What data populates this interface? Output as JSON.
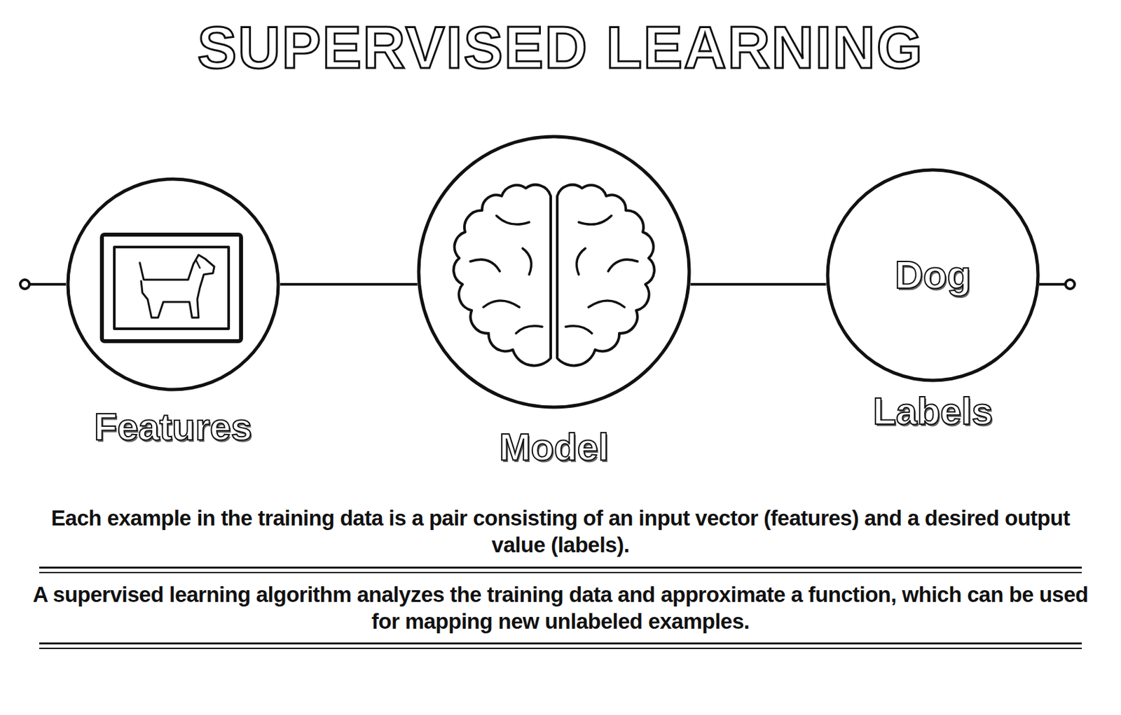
{
  "diagram": {
    "title": "SUPERVISED LEARNING",
    "nodes": [
      {
        "text": [
          "Features"
        ]
      },
      {
        "text": [
          "Model"
        ]
      },
      {
        "text": [
          "Dog",
          "Labels"
        ]
      }
    ],
    "edges": [
      {
        "from": 0,
        "to": 1,
        "arrow": "none"
      },
      {
        "from": 1,
        "to": 2,
        "arrow": "none"
      }
    ],
    "labels": [
      "Each example in the training data is a pair consisting of an input vector (features) and a desired output value (labels).",
      "A supervised learning algorithm analyzes the training data and approximate a function, which can be used for mapping new unlabeled examples."
    ]
  }
}
